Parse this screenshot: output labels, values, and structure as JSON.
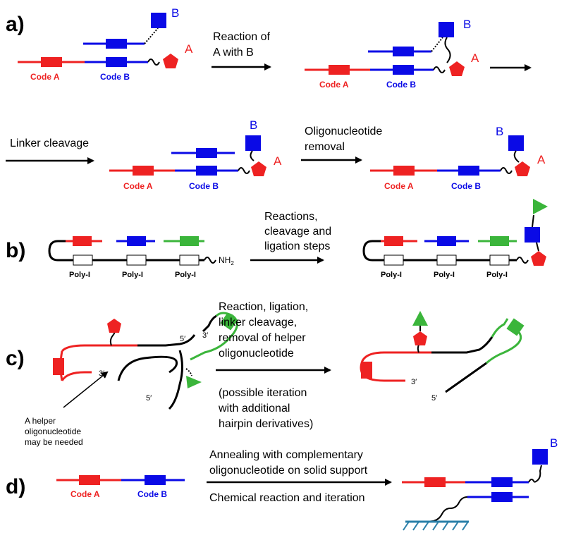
{
  "colors": {
    "red": "#ee2222",
    "blue": "#0a0ae6",
    "green": "#3bb53b",
    "black": "#000000"
  },
  "panels": {
    "a": {
      "label": "a)",
      "step1": [
        "Reaction of",
        "A with B"
      ],
      "step2": "Linker cleavage",
      "step3": [
        "Oligonucleotide",
        "removal"
      ],
      "code_a": "Code A",
      "code_b": "Code B",
      "letter_a": "A",
      "letter_b": "B"
    },
    "b": {
      "label": "b)",
      "step": [
        "Reactions,",
        "cleavage and",
        "ligation steps"
      ],
      "poly": "Poly-I",
      "amine": "NH",
      "amine_sub": "2"
    },
    "c": {
      "label": "c)",
      "step": [
        "Reaction, ligation,",
        "linker cleavage,",
        "removal of helper",
        "oligonucleotide"
      ],
      "note": [
        "(possible iteration",
        "with additional",
        "hairpin derivatives)"
      ],
      "helper": [
        "A helper",
        "oligonucleotide",
        "may be needed"
      ],
      "p3": "3′",
      "p5": "5′"
    },
    "d": {
      "label": "d)",
      "step1": [
        "Annealing with complementary",
        "oligonucleotide on solid support"
      ],
      "step2": "Chemical reaction and iteration",
      "code_a": "Code A",
      "code_b": "Code B",
      "letter_b": "B"
    }
  }
}
